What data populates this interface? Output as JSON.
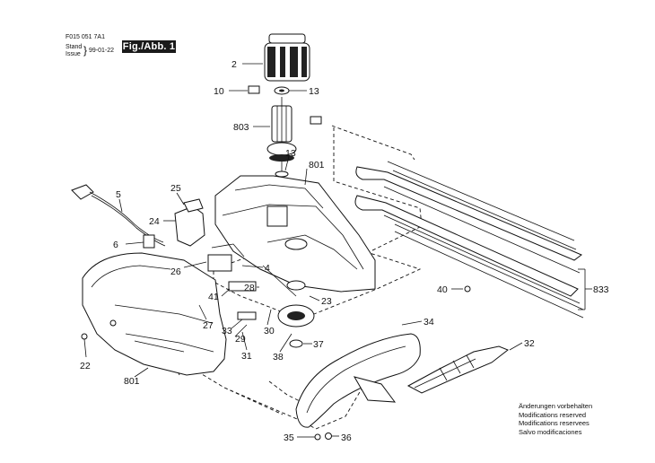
{
  "header": {
    "doc_number": "F015 051 7A1",
    "stand_label": "Stand",
    "issue_label": "Issue",
    "date": "99-01-22",
    "figure_label": "Fig./Abb. 1"
  },
  "notes": [
    "Änderungen vorbehalten",
    "Modifications reserved",
    "Modifications reservees",
    "Salvo modificaciones"
  ],
  "callouts": [
    {
      "id": "c2",
      "label": "2"
    },
    {
      "id": "c10",
      "label": "10"
    },
    {
      "id": "c13a",
      "label": "13"
    },
    {
      "id": "c803",
      "label": "803"
    },
    {
      "id": "c13b",
      "label": "13"
    },
    {
      "id": "c801a",
      "label": "801"
    },
    {
      "id": "c5",
      "label": "5"
    },
    {
      "id": "c25",
      "label": "25"
    },
    {
      "id": "c24",
      "label": "24"
    },
    {
      "id": "c6",
      "label": "6"
    },
    {
      "id": "c26",
      "label": "26"
    },
    {
      "id": "c4",
      "label": "4"
    },
    {
      "id": "c28",
      "label": "28"
    },
    {
      "id": "c41",
      "label": "41"
    },
    {
      "id": "c23",
      "label": "23"
    },
    {
      "id": "c40",
      "label": "40"
    },
    {
      "id": "c833",
      "label": "833"
    },
    {
      "id": "c27",
      "label": "27"
    },
    {
      "id": "c30",
      "label": "30"
    },
    {
      "id": "c33",
      "label": "33"
    },
    {
      "id": "c29",
      "label": "29"
    },
    {
      "id": "c34",
      "label": "34"
    },
    {
      "id": "c37",
      "label": "37"
    },
    {
      "id": "c38",
      "label": "38"
    },
    {
      "id": "c31",
      "label": "31"
    },
    {
      "id": "c32",
      "label": "32"
    },
    {
      "id": "c22",
      "label": "22"
    },
    {
      "id": "c801b",
      "label": "801"
    },
    {
      "id": "c35",
      "label": "35"
    },
    {
      "id": "c36",
      "label": "36"
    }
  ]
}
